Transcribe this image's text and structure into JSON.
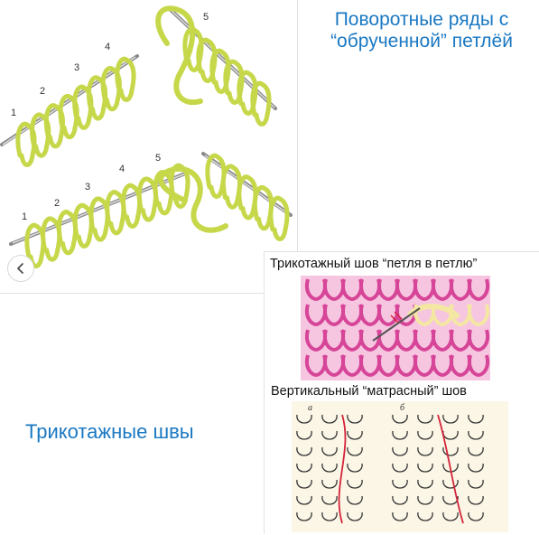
{
  "title_rows": {
    "line1": "Поворотные ряды с",
    "line2": "“обрученной” петлёй"
  },
  "title_seams": "Трикотажные швы",
  "caption_loop": "Трикотажный шов “петля в петлю”",
  "caption_mattress": "Вертикальный “матрасный” шов",
  "diagram_top": {
    "step_labels": [
      "1",
      "2",
      "3",
      "4",
      "5"
    ]
  },
  "diagram_bottom": {
    "step_labels": [
      "1",
      "2",
      "3",
      "4",
      "5"
    ]
  },
  "mattress_labels": {
    "left": "а",
    "right": "б"
  },
  "nav": {
    "prev_icon": "chevron-left-icon"
  },
  "colors": {
    "title_blue": "#1a78c2",
    "yarn_green": "#c6d84a",
    "needle_gray": "#8a8a8a",
    "seam_pink": "#d64598",
    "seam_light_pink": "#f0a8d0",
    "seam_yellow": "#f3e7a2",
    "seam_red": "#d4233a"
  }
}
